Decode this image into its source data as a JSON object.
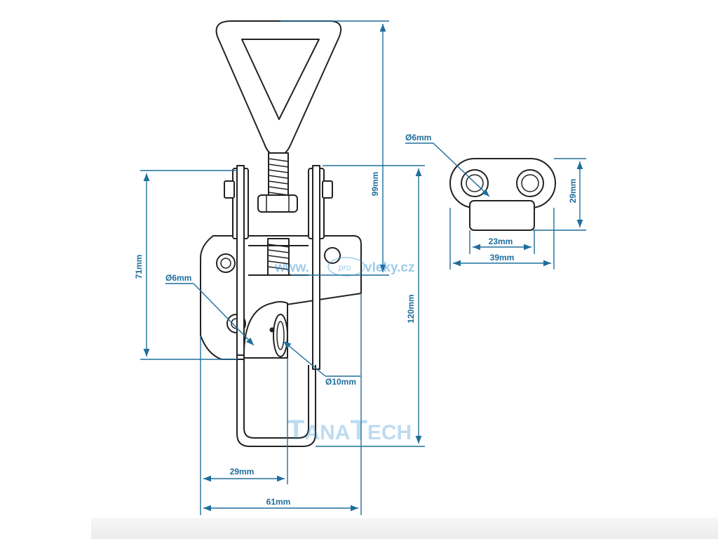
{
  "colors": {
    "dimension": "#1f6e9c",
    "outline": "#222222",
    "watermark": "#2a8fd0",
    "background": "#ffffff"
  },
  "labels": {
    "height_99": "99mm",
    "height_120": "120mm",
    "height_71": "71mm",
    "hole_6_left": "Ø6mm",
    "pin_10": "Ø10mm",
    "width_29": "29mm",
    "width_61": "61mm",
    "hole_6_plate": "Ø6mm",
    "plate_height_29": "29mm",
    "plate_spacing_23": "23mm",
    "plate_width_39": "39mm"
  },
  "watermark": {
    "url_left": "www.",
    "url_badge": "pro",
    "url_right": "vleky.cz",
    "brand_a": "T",
    "brand_b": "ANA",
    "brand_c": "T",
    "brand_d": "ECH"
  }
}
